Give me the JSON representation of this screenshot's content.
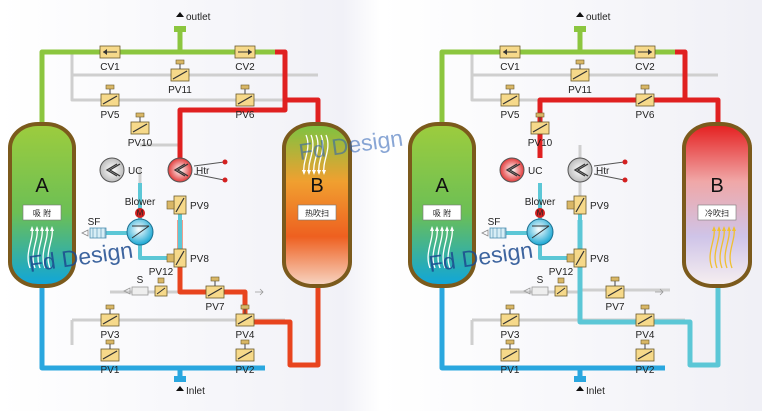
{
  "labels": {
    "outlet": "outlet",
    "inlet": "Inlet",
    "cv1": "CV1",
    "cv2": "CV2",
    "pv1": "PV1",
    "pv2": "PV2",
    "pv3": "PV3",
    "pv4": "PV4",
    "pv5": "PV5",
    "pv6": "PV6",
    "pv7": "PV7",
    "pv8": "PV8",
    "pv9": "PV9",
    "pv10": "PV10",
    "pv11": "PV11",
    "pv12": "PV12",
    "uc": "UC",
    "htr": "Htr",
    "blower": "Blower",
    "sf": "SF",
    "s": "S",
    "m": "M",
    "tower_a": "A",
    "tower_b": "B",
    "adsorb": "吸 附"
  },
  "left_system": {
    "tower_b_mode": "热吹扫",
    "watermark_top": "Fd Design",
    "watermark_bottom": "Fd Design"
  },
  "right_system": {
    "tower_b_mode": "冷吹扫",
    "watermark_bottom": "Fd Design"
  },
  "colors": {
    "green_pipe": "#8cc63f",
    "red_pipe": "#e02020",
    "orange_pipe": "#e8441e",
    "blue_pipe": "#2aa7df",
    "teal_pipe": "#5cc7d6",
    "gray_pipe": "#cfcfcf",
    "valve_body": "#f6d98a"
  }
}
